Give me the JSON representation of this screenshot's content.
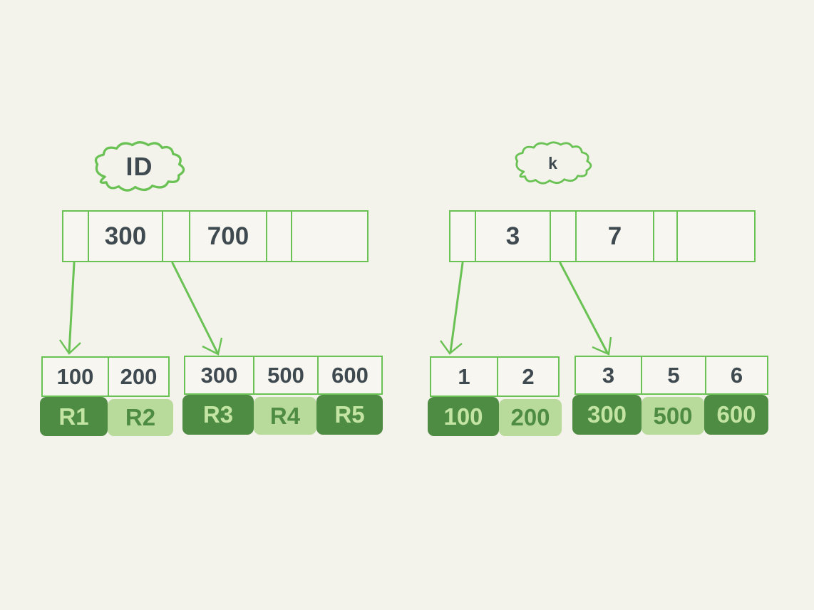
{
  "palette": {
    "bg": "#f3f2eb",
    "stroke": "#6ac254",
    "dark_fill": "#4f8c43",
    "light_fill": "#b8db9b",
    "ink": "#3f4a50",
    "light_ink": "#c3e4a2",
    "cell_bg": "#f7f6f0"
  },
  "left_tree": {
    "label": "ID",
    "root_cells": [
      "",
      "300",
      "",
      "700",
      "",
      ""
    ],
    "leaves": [
      {
        "keys": [
          "100",
          "200"
        ],
        "records": [
          {
            "text": "R1",
            "tone": "dark"
          },
          {
            "text": "R2",
            "tone": "light"
          }
        ]
      },
      {
        "keys": [
          "300",
          "500",
          "600"
        ],
        "records": [
          {
            "text": "R3",
            "tone": "dark"
          },
          {
            "text": "R4",
            "tone": "light"
          },
          {
            "text": "R5",
            "tone": "dark"
          }
        ]
      }
    ]
  },
  "right_tree": {
    "label": "k",
    "root_cells": [
      "",
      "3",
      "",
      "7",
      "",
      ""
    ],
    "leaves": [
      {
        "keys": [
          "1",
          "2"
        ],
        "records": [
          {
            "text": "100",
            "tone": "dark"
          },
          {
            "text": "200",
            "tone": "light"
          }
        ]
      },
      {
        "keys": [
          "3",
          "5",
          "6"
        ],
        "records": [
          {
            "text": "300",
            "tone": "dark"
          },
          {
            "text": "500",
            "tone": "light"
          },
          {
            "text": "600",
            "tone": "dark"
          }
        ]
      }
    ]
  }
}
